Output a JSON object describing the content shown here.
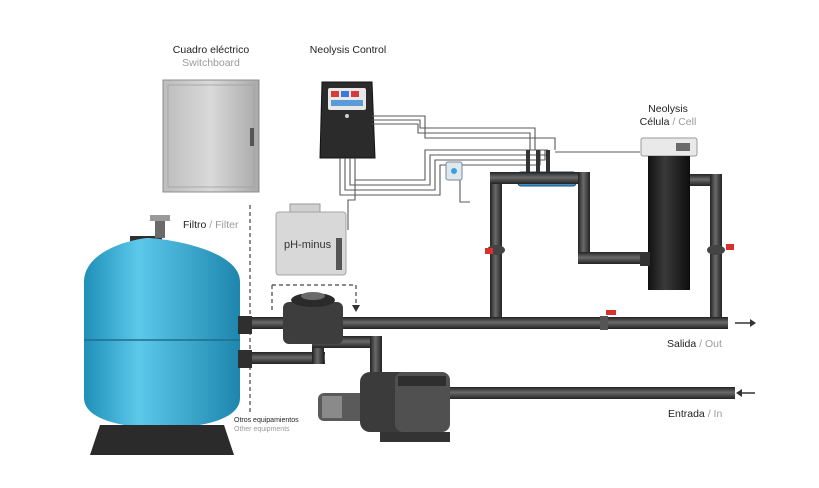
{
  "labels": {
    "switchboard_es": "Cuadro eléctrico",
    "switchboard_en": "Switchboard",
    "control": "Neolysis Control",
    "cell_line1": "Neolysis",
    "cell_es": "Célula",
    "cell_en": "Cell",
    "filter_es": "Filtro",
    "filter_en": "Filter",
    "ph": "pH-minus",
    "out_es": "Salida",
    "out_en": "Out",
    "in_es": "Entrada",
    "in_en": "In",
    "other_es": "Otros equipamientos",
    "other_en": "Other equipments",
    "separator": " / "
  },
  "colors": {
    "pipe": "#3c3c3c",
    "tank": "#3fb1d6",
    "panel": "#cfcfcf",
    "valve_red": "#d7312b",
    "accent_blue": "#3aa0e0"
  }
}
